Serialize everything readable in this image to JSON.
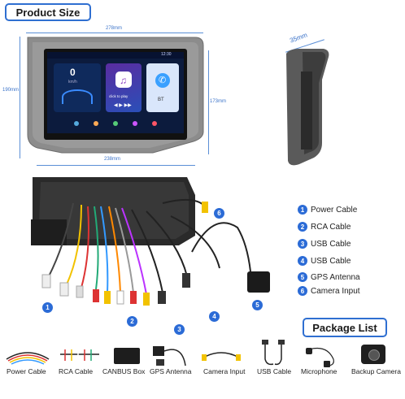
{
  "header": {
    "title": "Product Size"
  },
  "dimensions": {
    "width_top": "278mm",
    "height_left": "190mm",
    "height_right": "173mm",
    "width_bottom": "238mm",
    "depth": "35mm"
  },
  "screen": {
    "status_time": "12:30",
    "speed": "0",
    "speed_unit": "km/h",
    "music_hint": "click to play",
    "bt_label": "BT"
  },
  "components": [
    {
      "num": "1",
      "label": "Power Cable"
    },
    {
      "num": "2",
      "label": "RCA Cable"
    },
    {
      "num": "3",
      "label": "USB Cable"
    },
    {
      "num": "4",
      "label": "USB Cable"
    },
    {
      "num": "5",
      "label": "GPS Antenna"
    },
    {
      "num": "6",
      "label": "Camera Input"
    }
  ],
  "package": {
    "title": "Package List",
    "items": [
      {
        "label": "Power Cable"
      },
      {
        "label": "RCA Cable"
      },
      {
        "label": "CANBUS Box"
      },
      {
        "label": "GPS Antenna"
      },
      {
        "label": "Camera Input"
      },
      {
        "label": "USB Cable"
      },
      {
        "label": "Microphone"
      },
      {
        "label": "Backup Camera"
      }
    ]
  },
  "colors": {
    "accent": "#2b6bd6",
    "frame": "#8a8a8a",
    "screen_bg": "#0c1b3d"
  }
}
